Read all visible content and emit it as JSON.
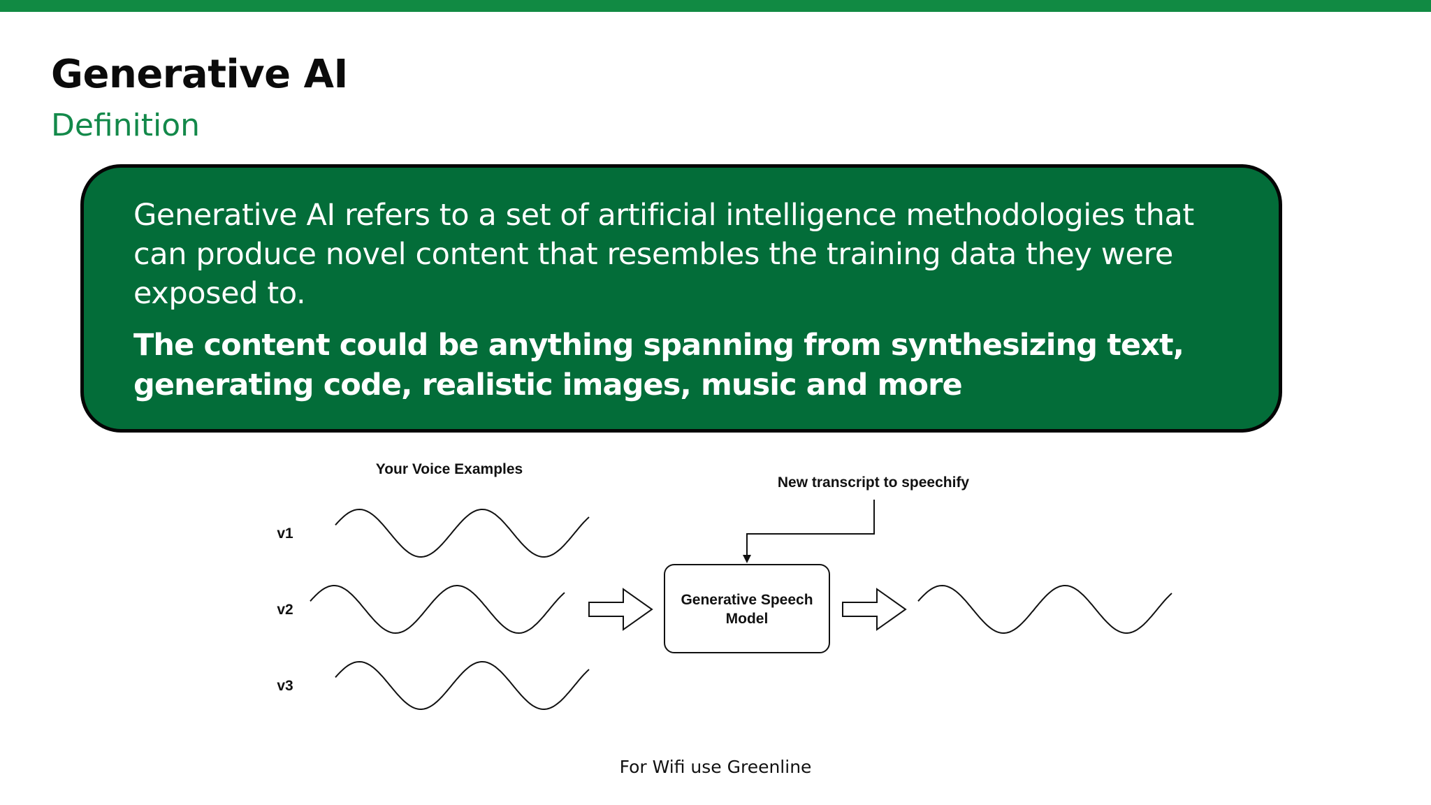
{
  "slide": {
    "title": "Generative AI",
    "subtitle": "Definition",
    "definition": "Generative AI refers to a set of artificial intelligence methodologies that can produce novel content that resembles the training data they were exposed to.",
    "definition_emphasis": "The content could be anything spanning from synthesizing text, generating code, realistic images, music and more",
    "accent_color": "#118a43",
    "box_color": "#036d39"
  },
  "diagram": {
    "voice_examples_label": "Your Voice Examples",
    "voice_labels": [
      "v1",
      "v2",
      "v3"
    ],
    "transcript_label": "New transcript to speechify",
    "model_label_line1": "Generative Speech",
    "model_label_line2": "Model"
  },
  "footer": {
    "text": "For Wifi use Greenline"
  }
}
